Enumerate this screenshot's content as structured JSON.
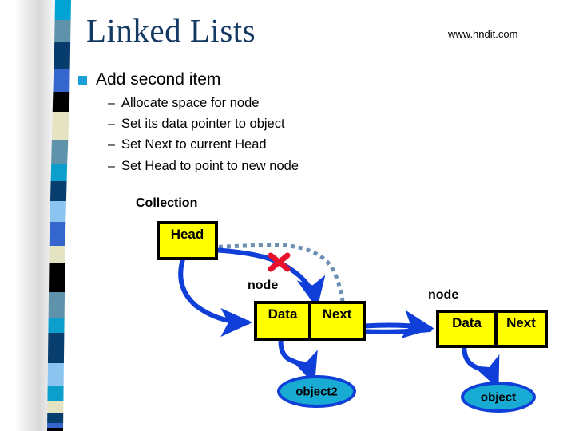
{
  "slide": {
    "title": "Linked Lists",
    "watermark": "www.hndit.com",
    "background_color": "#FFFFFF",
    "title_color": "#143A63"
  },
  "sidebar": {
    "name": "decorative-stripe-band",
    "stripe_colors": [
      "#00A3D4",
      "#5E93AB",
      "#063C6E",
      "#3566CE",
      "#000000",
      "#E4E3C2",
      "#5E93AB",
      "#0C9FCC",
      "#083E6E",
      "#8CC4F0",
      "#3566CE",
      "#E4E3C2",
      "#000000",
      "#5E93AB",
      "#0C9FCC",
      "#083E6E",
      "#8CC4F0",
      "#0C9FCC",
      "#E4E3C2",
      "#083E6E",
      "#3566CE",
      "#000000"
    ]
  },
  "bullets": {
    "marker_color": "#1BA0D7",
    "level1": "Add second item",
    "level2": [
      "Allocate space for node",
      "Set its data pointer to object",
      "Set Next to current Head",
      "Set Head to point to new node"
    ],
    "level2_marker": "–"
  },
  "diagram": {
    "collection_label": "Collection",
    "head_label": "Head",
    "node_label_left": "node",
    "node_label_right": "node",
    "left_node": {
      "data_label": "Data",
      "next_label": "Next"
    },
    "right_node": {
      "data_label": "Data",
      "next_label": "Next"
    },
    "object2_label": "object2",
    "object_label": "object",
    "colors": {
      "box_fill": "#FFFF00",
      "box_border": "#000000",
      "pointer": "#0F3FD8",
      "dotted_pointer": "#6B8FB5",
      "ellipse_fill": "#18ACD4",
      "ellipse_border": "#0F3FD8",
      "cross_mark": "#E8112D"
    },
    "cross_mark": "✕"
  }
}
